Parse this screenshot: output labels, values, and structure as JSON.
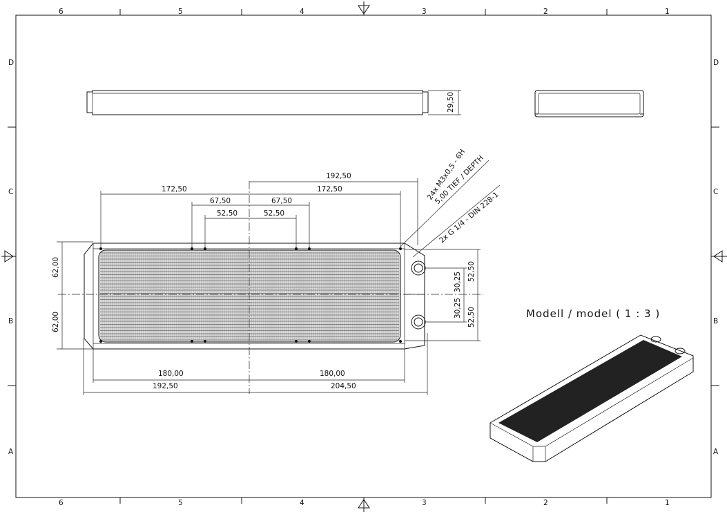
{
  "drawing": {
    "scale_label": "Modell / model ( 1 : 3 )",
    "border_zones_horizontal": [
      "6",
      "5",
      "4",
      "3",
      "2",
      "1"
    ],
    "border_zones_vertical": [
      "D",
      "C",
      "B",
      "A"
    ],
    "dimensions": {
      "side_height": "29,50",
      "top_192": "192,50",
      "left_172": "172,50",
      "right_172": "172,50",
      "left_67": "67,50",
      "right_67": "67,50",
      "left_52": "52,50",
      "right_52": "52,50",
      "left_62_top": "62,00",
      "left_62_bottom": "62,00",
      "port_30_top": "30,25",
      "port_30_bottom": "30,25",
      "port_52_top": "52,50",
      "port_52_bottom": "52,50",
      "bottom_180_left": "180,00",
      "bottom_180_right": "180,00",
      "bottom_192": "192,50",
      "bottom_204": "204,50"
    },
    "notes": {
      "thread_line1": "24x M3x0,5 - 6H",
      "thread_line2": "5,00 TIEF / DEPTH",
      "port_thread": "2x G 1/4 - DIN 228-1"
    }
  }
}
